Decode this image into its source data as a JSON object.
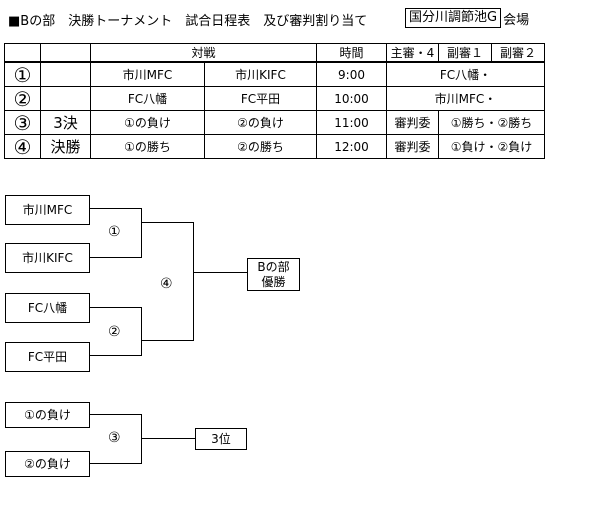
{
  "header": {
    "title": "■Bの部　決勝トーナメント　試合日程表　及び審判割り当て",
    "venue": "国分川調節池G",
    "venue_suffix": "会場"
  },
  "schedule": {
    "header": {
      "match": "対戦",
      "time": "時間",
      "referee": "主審・4",
      "assistant1": "副審１",
      "assistant2": "副審２"
    },
    "rows": [
      {
        "no": "①",
        "stage": "",
        "team1": "市川MFC",
        "team2": "市川KIFC",
        "time": "9:00",
        "referees": "FC八幡・"
      },
      {
        "no": "②",
        "stage": "",
        "team1": "FC八幡",
        "team2": "FC平田",
        "time": "10:00",
        "referees": "市川MFC・"
      },
      {
        "no": "③",
        "stage": "3決",
        "team1": "①の負け",
        "team2": "②の負け",
        "time": "11:00",
        "referee": "審判委",
        "assistants": "①勝ち・②勝ち"
      },
      {
        "no": "④",
        "stage": "決勝",
        "team1": "①の勝ち",
        "team2": "②の勝ち",
        "time": "12:00",
        "referee": "審判委",
        "assistants": "①負け・②負け"
      }
    ]
  },
  "bracket": {
    "teams": [
      "市川MFC",
      "市川KIFC",
      "FC八幡",
      "FC平田"
    ],
    "match_marks": {
      "m1": "①",
      "m2": "②",
      "m3": "③",
      "m4": "④"
    },
    "champion": [
      "Bの部",
      "優勝"
    ],
    "third_place_teams": [
      "①の負け",
      "②の負け"
    ],
    "third_place_label": "3位"
  }
}
